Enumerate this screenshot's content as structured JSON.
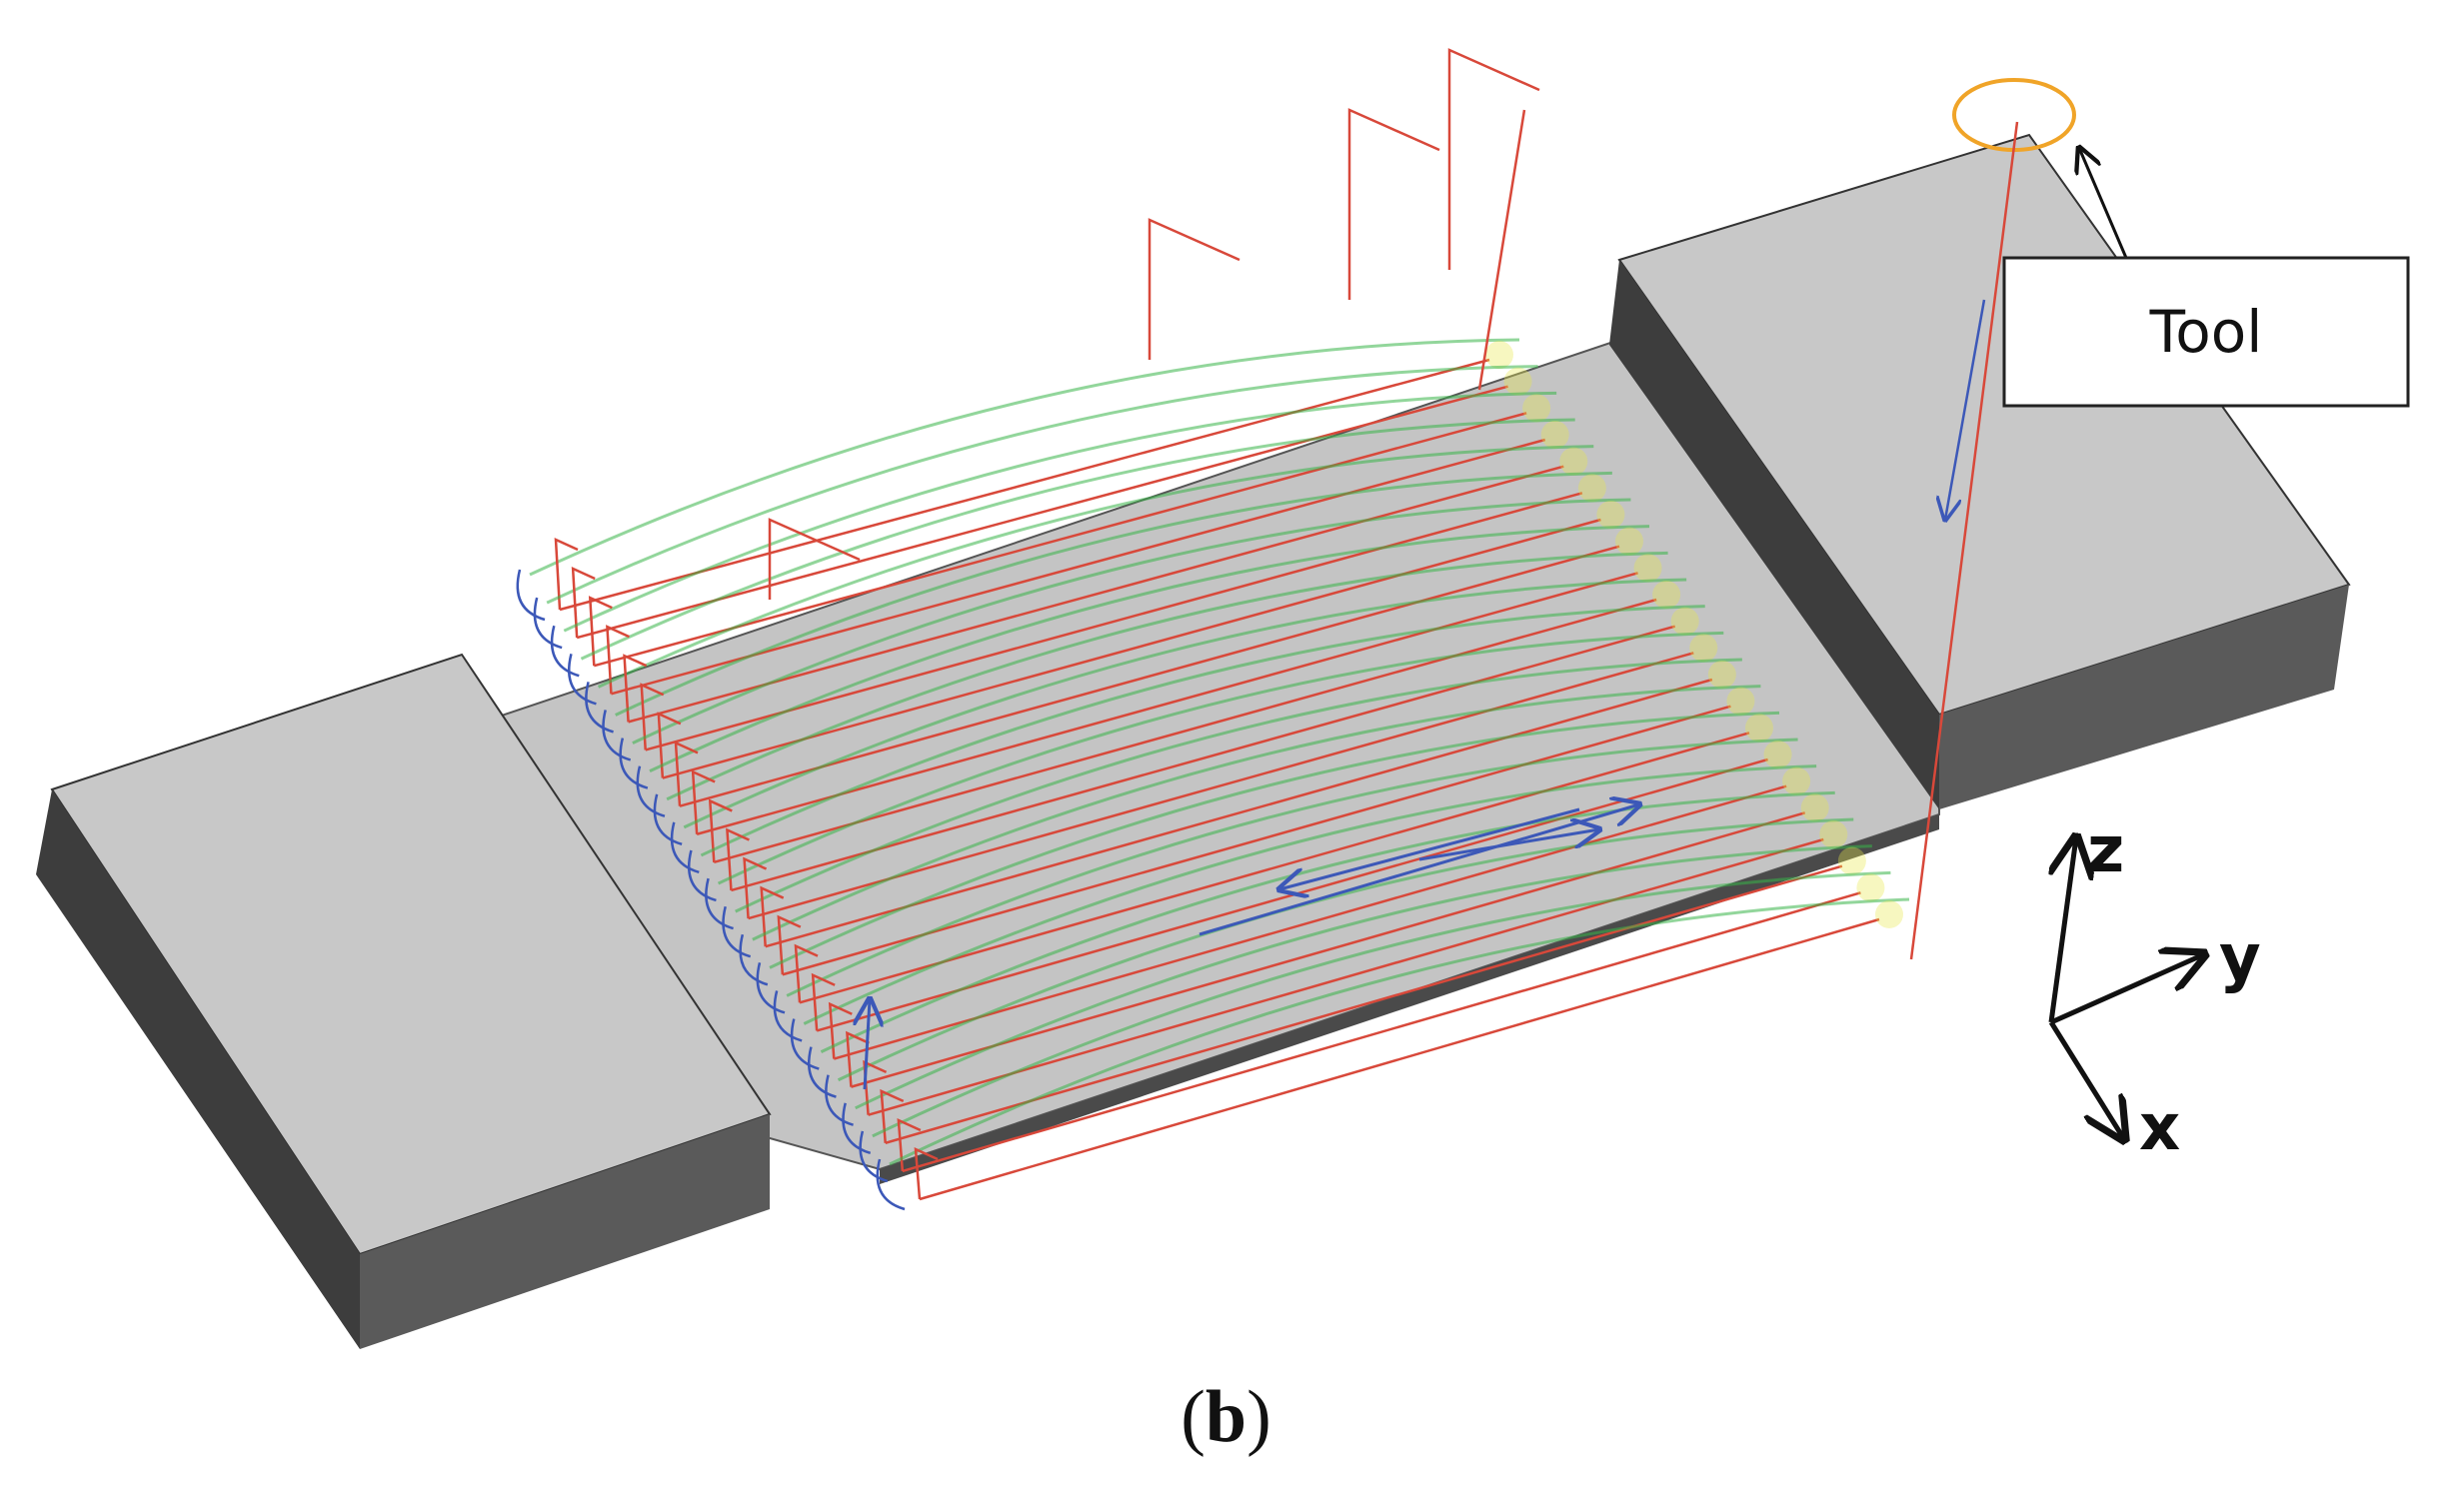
{
  "figure": {
    "tool_callout": "Tool",
    "axes": {
      "z": "z",
      "y": "y",
      "x": "x"
    },
    "caption": {
      "open": "(",
      "letter": "b",
      "close": ")"
    }
  },
  "colors": {
    "block_top": "#c8c8c8",
    "block_side_dark": "#3d3d3d",
    "block_side_mid": "#5a5a5a",
    "slot_floor": "#c4c4c4",
    "toolpath_cut": "#d8483a",
    "toolpath_link": "#39b449",
    "toolpath_plunge": "#3c58b8",
    "toolpath_glow": "#e8e84a",
    "tool_ring": "#f0a428"
  }
}
